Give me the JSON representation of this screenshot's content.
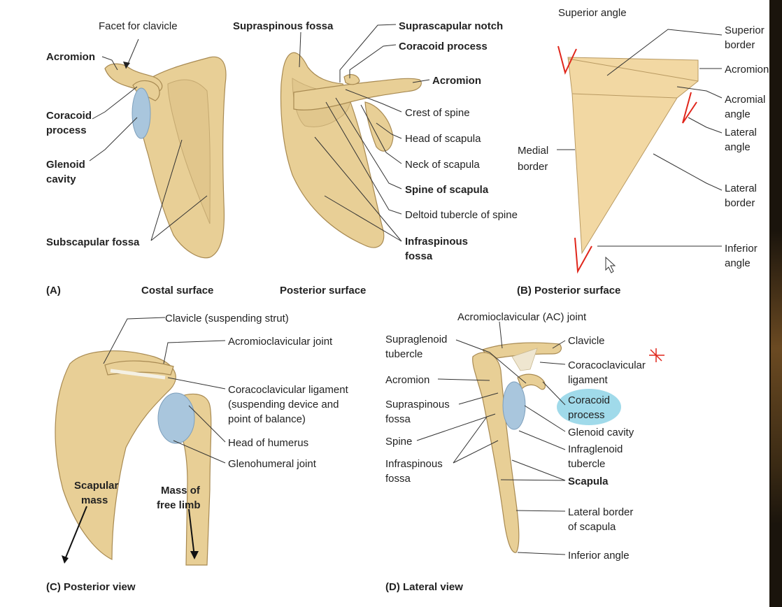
{
  "panel_a": {
    "caption": "(A)",
    "costal_label": "Costal surface",
    "posterior_label": "Posterior surface",
    "labels": {
      "facet_for_clavicle": "Facet for clavicle",
      "acromion_left": "Acromion",
      "coracoid_1": "Coracoid",
      "coracoid_2": "process",
      "glenoid_1": "Glenoid",
      "glenoid_2": "cavity",
      "subscapular_fossa": "Subscapular fossa",
      "supraspinous_fossa": "Supraspinous fossa",
      "suprascapular_notch": "Suprascapular notch",
      "coracoid_process": "Coracoid process",
      "acromion_right": "Acromion",
      "crest_of_spine": "Crest of spine",
      "head_of_scapula": "Head of scapula",
      "neck_of_scapula": "Neck of scapula",
      "spine_of_scapula": "Spine of scapula",
      "deltoid_tubercle": "Deltoid tubercle of spine",
      "infraspinous_1": "Infraspinous",
      "infraspinous_2": "fossa"
    }
  },
  "panel_b": {
    "caption": "(B) Posterior surface",
    "labels": {
      "superior_angle": "Superior angle",
      "superior_border_1": "Superior",
      "superior_border_2": "border",
      "acromion": "Acromion",
      "acromial_angle_1": "Acromial",
      "acromial_angle_2": "angle",
      "lateral_angle_1": "Lateral",
      "lateral_angle_2": "angle",
      "medial_border_1": "Medial",
      "medial_border_2": "border",
      "lateral_border_1": "Lateral",
      "lateral_border_2": "border",
      "inferior_angle_1": "Inferior",
      "inferior_angle_2": "angle"
    }
  },
  "panel_c": {
    "caption": "(C) Posterior view",
    "labels": {
      "clavicle": "Clavicle (suspending strut)",
      "ac_joint": "Acromioclavicular joint",
      "cc_ligament_1": "Coracoclavicular ligament",
      "cc_ligament_2": "(suspending device and",
      "cc_ligament_3": "point of balance)",
      "head_of_humerus": "Head of humerus",
      "glenohumeral_joint": "Glenohumeral joint",
      "scapular_mass_1": "Scapular",
      "scapular_mass_2": "mass",
      "free_limb_1": "Mass of",
      "free_limb_2": "free limb"
    }
  },
  "panel_d": {
    "caption": "(D) Lateral view",
    "labels": {
      "ac_joint": "Acromioclavicular (AC) joint",
      "supraglenoid_1": "Supraglenoid",
      "supraglenoid_2": "tubercle",
      "acromion": "Acromion",
      "supraspinous_1": "Supraspinous",
      "supraspinous_2": "fossa",
      "spine": "Spine",
      "infraspinous_1": "Infraspinous",
      "infraspinous_2": "fossa",
      "clavicle": "Clavicle",
      "cc_ligament_1": "Coracoclavicular",
      "cc_ligament_2": "ligament",
      "coracoid_1": "Coracoid",
      "coracoid_2": "process",
      "glenoid_cavity": "Glenoid cavity",
      "infraglenoid_1": "Infraglenoid",
      "infraglenoid_2": "tubercle",
      "scapula": "Scapula",
      "lateral_border_1": "Lateral border",
      "lateral_border_2": "of scapula",
      "inferior_angle": "Inferior angle"
    }
  },
  "highlight_color": "#8fd3e6",
  "annotation_color": "#e0261b"
}
